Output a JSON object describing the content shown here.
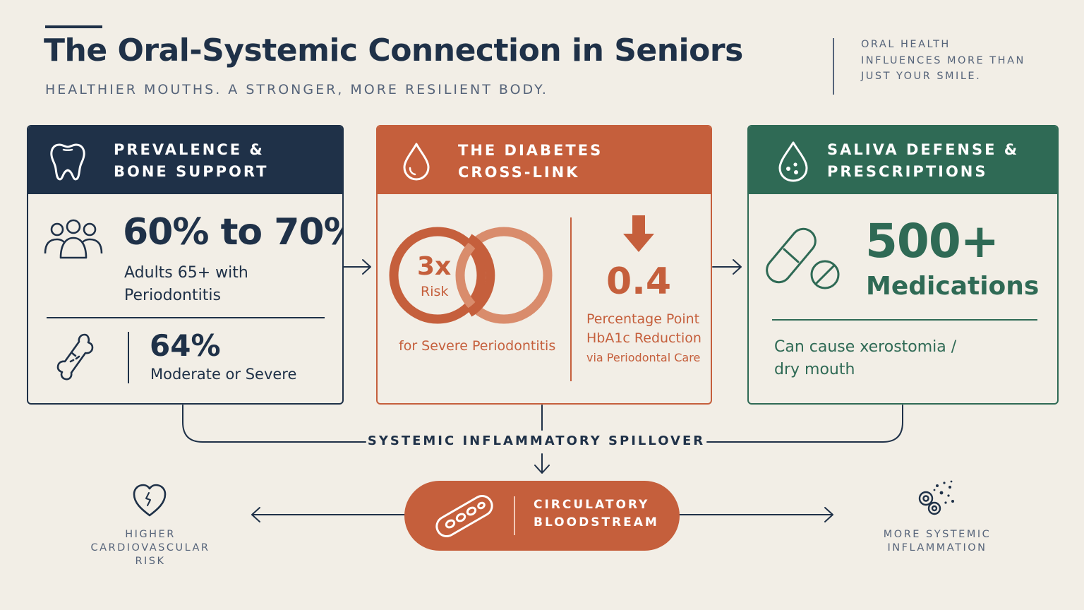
{
  "header": {
    "title": "The Oral-Systemic Connection in Seniors",
    "subtitle": "HEALTHIER MOUTHS. A STRONGER, MORE RESILIENT BODY.",
    "side_note": [
      "ORAL HEALTH",
      "INFLUENCES MORE THAN",
      "JUST YOUR SMILE."
    ]
  },
  "colors": {
    "navy": "#1f3148",
    "orange": "#c55f3c",
    "green": "#2f6a55",
    "background": "#f2eee6"
  },
  "card_prevalence": {
    "heading": [
      "PREVALENCE &",
      "BONE SUPPORT"
    ],
    "icon": "tooth-icon",
    "stat_main": "60% to 70%",
    "stat_main_caption": [
      "Adults 65+ with",
      "Periodontitis"
    ],
    "stat_main_icon": "people-group-icon",
    "stat_secondary": "64%",
    "stat_secondary_caption": "Moderate or Severe",
    "stat_secondary_icon": "bone-icon"
  },
  "card_diabetes": {
    "heading": [
      "THE DIABETES",
      "CROSS-LINK"
    ],
    "icon": "drop-icon",
    "risk_value": "3x",
    "risk_label": "Risk",
    "risk_caption": "for Severe Periodontitis",
    "reduction_value": "0.4",
    "reduction_caption": [
      "Percentage Point",
      "HbA1c Reduction"
    ],
    "reduction_note": "via Periodontal Care",
    "reduction_icon": "arrow-down-icon"
  },
  "card_saliva": {
    "heading": [
      "SALIVA DEFENSE &",
      "PRESCRIPTIONS"
    ],
    "icon": "saliva-drop-icon",
    "stat_value": "500+",
    "stat_label": "Medications",
    "stat_icon": "pills-icon",
    "caption": [
      "Can cause xerostomia /",
      "dry mouth"
    ]
  },
  "flow": {
    "spillover_label": "SYSTEMIC INFLAMMATORY SPILLOVER",
    "circulation_label": [
      "CIRCULATORY",
      "BLOODSTREAM"
    ],
    "circulation_icon": "blood-vessel-icon",
    "outcome_left_label": [
      "HIGHER CARDIOVASCULAR",
      "RISK"
    ],
    "outcome_left_icon": "heart-icon",
    "outcome_right_label": [
      "MORE SYSTEMIC",
      "INFLAMMATION"
    ],
    "outcome_right_icon": "inflammation-cells-icon"
  }
}
